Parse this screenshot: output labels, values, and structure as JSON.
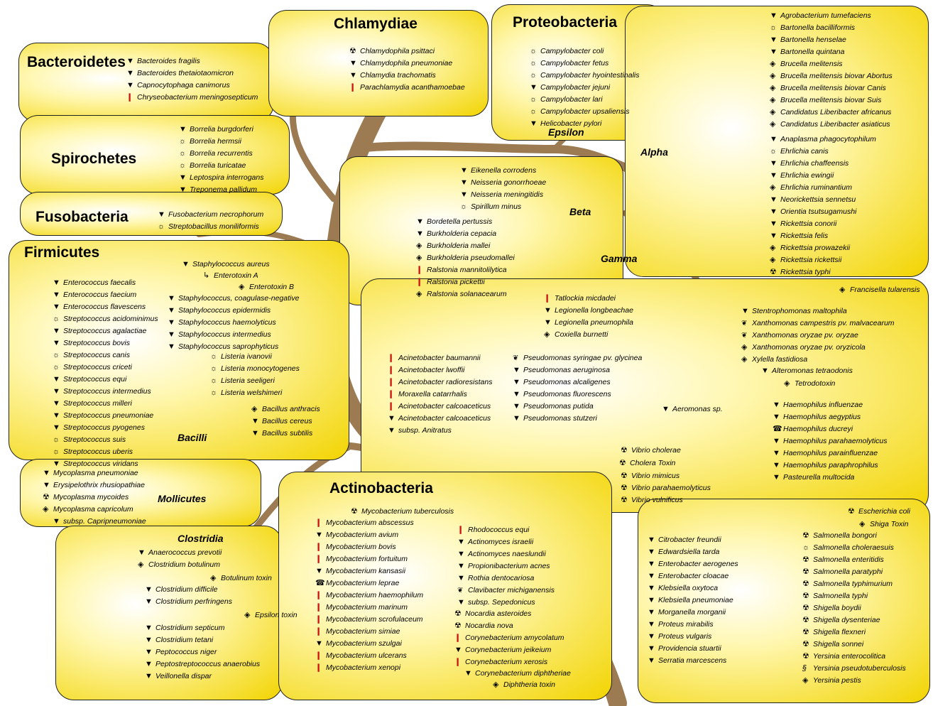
{
  "icons": {
    "therm": "thermometer-icon",
    "filter": "funnel-icon",
    "bug": "tick-icon",
    "phone": "cdc-phone-icon",
    "leaf": "plant-icon",
    "diamond": "plant-pathogen-diamond-icon",
    "hazard": "biohazard-icon",
    "arrow": "toxin-arrow-icon",
    "skull": "skull-icon",
    "worm": "worm-icon",
    "cdc": "cdc-label-icon"
  },
  "colors": {
    "fill": "#f2d400",
    "trunk": "#9c7b52",
    "border": "#222222"
  },
  "groups": [
    {
      "key": "bacteroidetes",
      "title": "Bacteroidetes",
      "species": [
        {
          "name": "Bacteroides fragilis",
          "icon": "filter"
        },
        {
          "name": "Bacteroides thetaiotaomicron",
          "icon": "filter"
        },
        {
          "name": "Capnocytophaga canimorus",
          "icon": "filter"
        },
        {
          "name": "Chryseobacterium meningosepticum",
          "icon": "therm"
        }
      ]
    },
    {
      "key": "chlamydiae",
      "title": "Chlamydiae",
      "species": [
        {
          "name": "Chlamydophila psittaci",
          "icon": "hazard"
        },
        {
          "name": "Chlamydophila pneumoniae",
          "icon": "filter"
        },
        {
          "name": "Chlamydia trachomatis",
          "icon": "filter"
        },
        {
          "name": "Parachlamydia acanthamoebae",
          "icon": "therm"
        }
      ]
    },
    {
      "key": "proteobacteria",
      "title": "Proteobacteria",
      "species": []
    },
    {
      "key": "epsilon",
      "title": "Epsilon",
      "species": [
        {
          "name": "Campylobacter coli",
          "icon": "bug"
        },
        {
          "name": "Campylobacter fetus",
          "icon": "bug"
        },
        {
          "name": "Campylobacter hyointestinalis",
          "icon": "bug"
        },
        {
          "name": "Campylobacter jejuni",
          "icon": "filter"
        },
        {
          "name": "Campylobacter lari",
          "icon": "bug"
        },
        {
          "name": "Campylobacter upsaliensis",
          "icon": "bug"
        },
        {
          "name": "Helicobacter pylori",
          "icon": "filter"
        }
      ]
    },
    {
      "key": "alpha",
      "title": "Alpha",
      "species": [
        {
          "name": "Agrobacterium tumefaciens",
          "icon": "filter"
        },
        {
          "name": "Bartonella bacilliformis",
          "icon": "bug"
        },
        {
          "name": "Bartonella henselae",
          "icon": "filter"
        },
        {
          "name": "Bartonella quintana",
          "icon": "filter"
        },
        {
          "name": "Brucella melitensis",
          "icon": "diamond"
        },
        {
          "name": "Brucella melitensis biovar Abortus",
          "icon": "diamond"
        },
        {
          "name": "Brucella melitensis biovar Canis",
          "icon": "diamond"
        },
        {
          "name": "Brucella melitensis biovar Suis",
          "icon": "diamond"
        },
        {
          "name": "Candidatus Liberibacter africanus",
          "icon": "diamond"
        },
        {
          "name": "Candidatus Liberibacter asiaticus",
          "icon": "diamond"
        },
        {
          "name": "Anaplasma phagocytophilum",
          "icon": "filter"
        },
        {
          "name": "Ehrlichia canis",
          "icon": "bug"
        },
        {
          "name": "Ehrlichia chaffeensis",
          "icon": "filter"
        },
        {
          "name": "Ehrlichia ewingii",
          "icon": "filter"
        },
        {
          "name": "Ehrlichia ruminantium",
          "icon": "diamond"
        },
        {
          "name": "Neorickettsia sennetsu",
          "icon": "filter"
        },
        {
          "name": "Orientia tsutsugamushi",
          "icon": "filter"
        },
        {
          "name": "Rickettsia conorii",
          "icon": "filter"
        },
        {
          "name": "Rickettsia felis",
          "icon": "filter"
        },
        {
          "name": "Rickettsia prowazekii",
          "icon": "diamond"
        },
        {
          "name": "Rickettsia rickettsii",
          "icon": "diamond"
        },
        {
          "name": "Rickettsia typhi",
          "icon": "hazard"
        }
      ]
    },
    {
      "key": "spirochetes",
      "title": "Spirochetes",
      "species": [
        {
          "name": "Borrelia burgdorferi",
          "icon": "filter"
        },
        {
          "name": "Borrelia hermsii",
          "icon": "bug"
        },
        {
          "name": "Borrelia recurrentis",
          "icon": "bug"
        },
        {
          "name": "Borrelia turicatae",
          "icon": "bug"
        },
        {
          "name": "Leptospira interrogans",
          "icon": "filter"
        },
        {
          "name": "Treponema pallidum",
          "icon": "filter"
        }
      ]
    },
    {
      "key": "beta",
      "title": "Beta",
      "species": [
        {
          "name": "Eikenella corrodens",
          "icon": "filter"
        },
        {
          "name": "Neisseria gonorrhoeae",
          "icon": "filter"
        },
        {
          "name": "Neisseria meningitidis",
          "icon": "filter"
        },
        {
          "name": "Spirillum minus",
          "icon": "bug"
        },
        {
          "name": "Bordetella pertussis",
          "icon": "filter"
        },
        {
          "name": "Burkholderia cepacia",
          "icon": "filter"
        },
        {
          "name": "Burkholderia mallei",
          "icon": "diamond"
        },
        {
          "name": "Burkholderia pseudomallei",
          "icon": "diamond"
        },
        {
          "name": "Ralstonia mannitolilytica",
          "icon": "therm"
        },
        {
          "name": "Ralstonia pickettii",
          "icon": "therm"
        },
        {
          "name": "Ralstonia solanacearum",
          "icon": "diamond"
        }
      ]
    },
    {
      "key": "fusobacteria",
      "title": "Fusobacteria",
      "species": [
        {
          "name": "Fusobacterium necrophorum",
          "icon": "filter"
        },
        {
          "name": "Streptobacillus moniliformis",
          "icon": "bug"
        }
      ]
    },
    {
      "key": "gamma",
      "title": "Gamma",
      "species": [
        {
          "name": "Francisella tularensis",
          "icon": "diamond"
        },
        {
          "name": "Tatlockia micdadei",
          "icon": "therm"
        },
        {
          "name": "Legionella longbeachae",
          "icon": "filter"
        },
        {
          "name": "Legionella pneumophila",
          "icon": "filter"
        },
        {
          "name": "Coxiella burnetti",
          "icon": "diamond"
        },
        {
          "name": "Stentrophomonas maltophila",
          "icon": "filter"
        },
        {
          "name": "Xanthomonas campestris pv. malvacearum",
          "icon": "leaf"
        },
        {
          "name": "Xanthomonas oryzae pv. oryzae",
          "icon": "leaf"
        },
        {
          "name": "Xanthomonas oryzae pv. oryzicola",
          "icon": "diamond"
        },
        {
          "name": "Xylella fastidiosa",
          "icon": "diamond"
        },
        {
          "name": "Alteromonas tetraodonis",
          "icon": "none"
        },
        {
          "name": "Tetrodotoxin",
          "icon": "diamond"
        },
        {
          "name": "Acinetobacter baumannii",
          "icon": "therm"
        },
        {
          "name": "Acinetobacter lwoffii",
          "icon": "therm"
        },
        {
          "name": "Acinetobacter radioresistans",
          "icon": "therm"
        },
        {
          "name": "Moraxella catarrhalis",
          "icon": "therm"
        },
        {
          "name": "Acinetobacter calcoaceticus",
          "icon": "therm"
        },
        {
          "name": "Acinetobacter calcoaceticus",
          "icon": "filter"
        },
        {
          "name": "subsp. Anitratus",
          "icon": "none"
        },
        {
          "name": "Pseudomonas syringae pv. glycinea",
          "icon": "leaf"
        },
        {
          "name": "Pseudomonas aeruginosa",
          "icon": "filter"
        },
        {
          "name": "Pseudomonas alcaligenes",
          "icon": "filter"
        },
        {
          "name": "Pseudomonas fluorescens",
          "icon": "filter"
        },
        {
          "name": "Pseudomonas putida",
          "icon": "filter"
        },
        {
          "name": "Pseudomonas stutzeri",
          "icon": "filter"
        },
        {
          "name": "Aeromonas sp.",
          "icon": "filter"
        },
        {
          "name": "Haemophilus influenzae",
          "icon": "filter"
        },
        {
          "name": "Haemophilus aegyptius",
          "icon": "filter"
        },
        {
          "name": "Haemophilus ducreyi",
          "icon": "phone"
        },
        {
          "name": "Haemophilus parahaemolyticus",
          "icon": "filter"
        },
        {
          "name": "Haemophilus parainfluenzae",
          "icon": "filter"
        },
        {
          "name": "Haemophilus paraphrophilus",
          "icon": "filter"
        },
        {
          "name": "Pasteurella multocida",
          "icon": "filter"
        },
        {
          "name": "Vibrio cholerae",
          "icon": "hazard"
        },
        {
          "name": "Cholera Toxin",
          "icon": "hazard"
        },
        {
          "name": "Vibrio mimicus",
          "icon": "hazard"
        },
        {
          "name": "Vibrio parahaemolyticus",
          "icon": "hazard"
        },
        {
          "name": "Vibrio vulnificus",
          "icon": "hazard"
        }
      ]
    },
    {
      "key": "enterics",
      "title": "",
      "species": [
        {
          "name": "Escherichia coli",
          "icon": "hazard"
        },
        {
          "name": "Shiga Toxin",
          "icon": "diamond"
        },
        {
          "name": "Salmonella bongori",
          "icon": "hazard"
        },
        {
          "name": "Salmonella choleraesuis",
          "icon": "bug"
        },
        {
          "name": "Salmonella enteritidis",
          "icon": "hazard"
        },
        {
          "name": "Salmonella paratyphi",
          "icon": "hazard"
        },
        {
          "name": "Salmonella typhimurium",
          "icon": "hazard"
        },
        {
          "name": "Salmonella typhi",
          "icon": "hazard"
        },
        {
          "name": "Shigella boydii",
          "icon": "hazard"
        },
        {
          "name": "Shigella dysenteriae",
          "icon": "hazard"
        },
        {
          "name": "Shigella flexneri",
          "icon": "hazard"
        },
        {
          "name": "Shigella sonnei",
          "icon": "hazard"
        },
        {
          "name": "Yersinia enterocolitica",
          "icon": "hazard"
        },
        {
          "name": "Yersinia pseudotuberculosis",
          "icon": "worm"
        },
        {
          "name": "Yersinia pestis",
          "icon": "diamond"
        },
        {
          "name": "Citrobacter freundii",
          "icon": "filter"
        },
        {
          "name": "Edwardsiella tarda",
          "icon": "filter"
        },
        {
          "name": "Enterobacter aerogenes",
          "icon": "filter"
        },
        {
          "name": "Enterobacter cloacae",
          "icon": "filter"
        },
        {
          "name": "Klebsiella oxytoca",
          "icon": "filter"
        },
        {
          "name": "Klebsiella pneumoniae",
          "icon": "filter"
        },
        {
          "name": "Morganella morganii",
          "icon": "filter"
        },
        {
          "name": "Proteus mirabilis",
          "icon": "filter"
        },
        {
          "name": "Proteus vulgaris",
          "icon": "filter"
        },
        {
          "name": "Providencia stuartii",
          "icon": "filter"
        },
        {
          "name": "Serratia marcescens",
          "icon": "filter"
        }
      ]
    },
    {
      "key": "firmicutes",
      "title": "Firmicutes",
      "species": [
        {
          "name": "Staphylococcus aureus",
          "icon": "filter"
        },
        {
          "name": "Enterotoxin A",
          "icon": "arrow"
        },
        {
          "name": "Enterotoxin B",
          "icon": "diamond"
        },
        {
          "name": "Staphylococcus, coagulase-negative",
          "icon": "filter"
        },
        {
          "name": "Staphylococcus epidermidis",
          "icon": "filter"
        },
        {
          "name": "Staphylococcus haemolyticus",
          "icon": "filter"
        },
        {
          "name": "Staphylococcus intermedius",
          "icon": "filter"
        },
        {
          "name": "Staphylococcus saprophyticus",
          "icon": "filter"
        },
        {
          "name": "Enterococcus faecalis",
          "icon": "filter"
        },
        {
          "name": "Enterococcus faecium",
          "icon": "filter"
        },
        {
          "name": "Enterococcus flavescens",
          "icon": "filter"
        },
        {
          "name": "Streptococcus acidominimus",
          "icon": "bug"
        },
        {
          "name": "Streptococcus agalactiae",
          "icon": "filter"
        },
        {
          "name": "Streptococcus bovis",
          "icon": "filter"
        },
        {
          "name": "Streptococcus canis",
          "icon": "bug"
        },
        {
          "name": "Streptococcus criceti",
          "icon": "bug"
        },
        {
          "name": "Streptococcus equi",
          "icon": "filter"
        },
        {
          "name": "Streptococcus intermedius",
          "icon": "filter"
        },
        {
          "name": "Streptococcus milleri",
          "icon": "filter"
        },
        {
          "name": "Streptococcus pneumoniae",
          "icon": "filter"
        },
        {
          "name": "Streptococcus pyogenes",
          "icon": "filter"
        },
        {
          "name": "Streptococcus suis",
          "icon": "bug"
        },
        {
          "name": "Streptococcus uberis",
          "icon": "bug"
        },
        {
          "name": "Streptococcus viridans",
          "icon": "filter"
        },
        {
          "name": "Listeria ivanovii",
          "icon": "bug"
        },
        {
          "name": "Listeria monocytogenes",
          "icon": "bug"
        },
        {
          "name": "Listeria seeligeri",
          "icon": "bug"
        },
        {
          "name": "Listeria welshimeri",
          "icon": "bug"
        },
        {
          "name": "Bacillus anthracis",
          "icon": "diamond"
        },
        {
          "name": "Bacillus cereus",
          "icon": "filter"
        },
        {
          "name": "Bacillus subtilis",
          "icon": "filter"
        }
      ]
    },
    {
      "key": "bacilli",
      "title": "Bacilli",
      "species": []
    },
    {
      "key": "mollicutes",
      "title": "Mollicutes",
      "species": [
        {
          "name": "Mycoplasma pneumoniae",
          "icon": "filter"
        },
        {
          "name": "Erysipelothrix rhusiopathiae",
          "icon": "filter"
        },
        {
          "name": "Mycoplasma mycoides",
          "icon": "hazard"
        },
        {
          "name": "Mycoplasma capricolum",
          "icon": "diamond"
        },
        {
          "name": "subsp. Capripneumoniae",
          "icon": "none"
        }
      ]
    },
    {
      "key": "clostridia",
      "title": "Clostridia",
      "species": [
        {
          "name": "Anaerococcus prevotii",
          "icon": "filter"
        },
        {
          "name": "Clostridium botulinum",
          "icon": "diamond"
        },
        {
          "name": "Botulinum toxin",
          "icon": "diamond"
        },
        {
          "name": "Clostridium difficile",
          "icon": "filter"
        },
        {
          "name": "Clostridium perfringens",
          "icon": "filter"
        },
        {
          "name": "Epsilon toxin",
          "icon": "diamond"
        },
        {
          "name": "Clostridium septicum",
          "icon": "filter"
        },
        {
          "name": "Clostridium tetani",
          "icon": "filter"
        },
        {
          "name": "Peptococcus niger",
          "icon": "filter"
        },
        {
          "name": "Peptostreptococcus anaerobius",
          "icon": "filter"
        },
        {
          "name": "Veillonella dispar",
          "icon": "filter"
        }
      ]
    },
    {
      "key": "actinobacteria",
      "title": "Actinobacteria",
      "species": [
        {
          "name": "Mycobacterium tuberculosis",
          "icon": "hazard"
        },
        {
          "name": "Mycobacterium abscessus",
          "icon": "therm"
        },
        {
          "name": "Mycobacterium avium",
          "icon": "filter"
        },
        {
          "name": "Mycobacterium bovis",
          "icon": "therm"
        },
        {
          "name": "Mycobacterium fortuitum",
          "icon": "therm"
        },
        {
          "name": "Mycobacterium kansasii",
          "icon": "filter"
        },
        {
          "name": "Mycobacterium leprae",
          "icon": "phone"
        },
        {
          "name": "Mycobacterium haemophilum",
          "icon": "therm"
        },
        {
          "name": "Mycobacterium marinum",
          "icon": "therm"
        },
        {
          "name": "Mycobacterium scrofulaceum",
          "icon": "therm"
        },
        {
          "name": "Mycobacterium simiae",
          "icon": "therm"
        },
        {
          "name": "Mycobacterium szulgai",
          "icon": "filter"
        },
        {
          "name": "Mycobacterium ulcerans",
          "icon": "therm"
        },
        {
          "name": "Mycobacterium xenopi",
          "icon": "therm"
        },
        {
          "name": "Rhodococcus equi",
          "icon": "therm"
        },
        {
          "name": "Actinomyces israelii",
          "icon": "filter"
        },
        {
          "name": "Actinomyces naeslundii",
          "icon": "filter"
        },
        {
          "name": "Propionibacterium acnes",
          "icon": "filter"
        },
        {
          "name": "Rothia dentocariosa",
          "icon": "filter"
        },
        {
          "name": "Clavibacter michiganensis",
          "icon": "leaf"
        },
        {
          "name": "subsp. Sepedonicus",
          "icon": "none"
        },
        {
          "name": "Nocardia asteroides",
          "icon": "hazard"
        },
        {
          "name": "Nocardia nova",
          "icon": "hazard"
        },
        {
          "name": "Corynebacterium amycolatum",
          "icon": "therm"
        },
        {
          "name": "Corynebacterium jeikeium",
          "icon": "filter"
        },
        {
          "name": "Corynebacterium xerosis",
          "icon": "therm"
        },
        {
          "name": "Corynebacterium diphtheriae",
          "icon": "filter"
        },
        {
          "name": "Diphtheria toxin",
          "icon": "diamond"
        }
      ]
    }
  ]
}
